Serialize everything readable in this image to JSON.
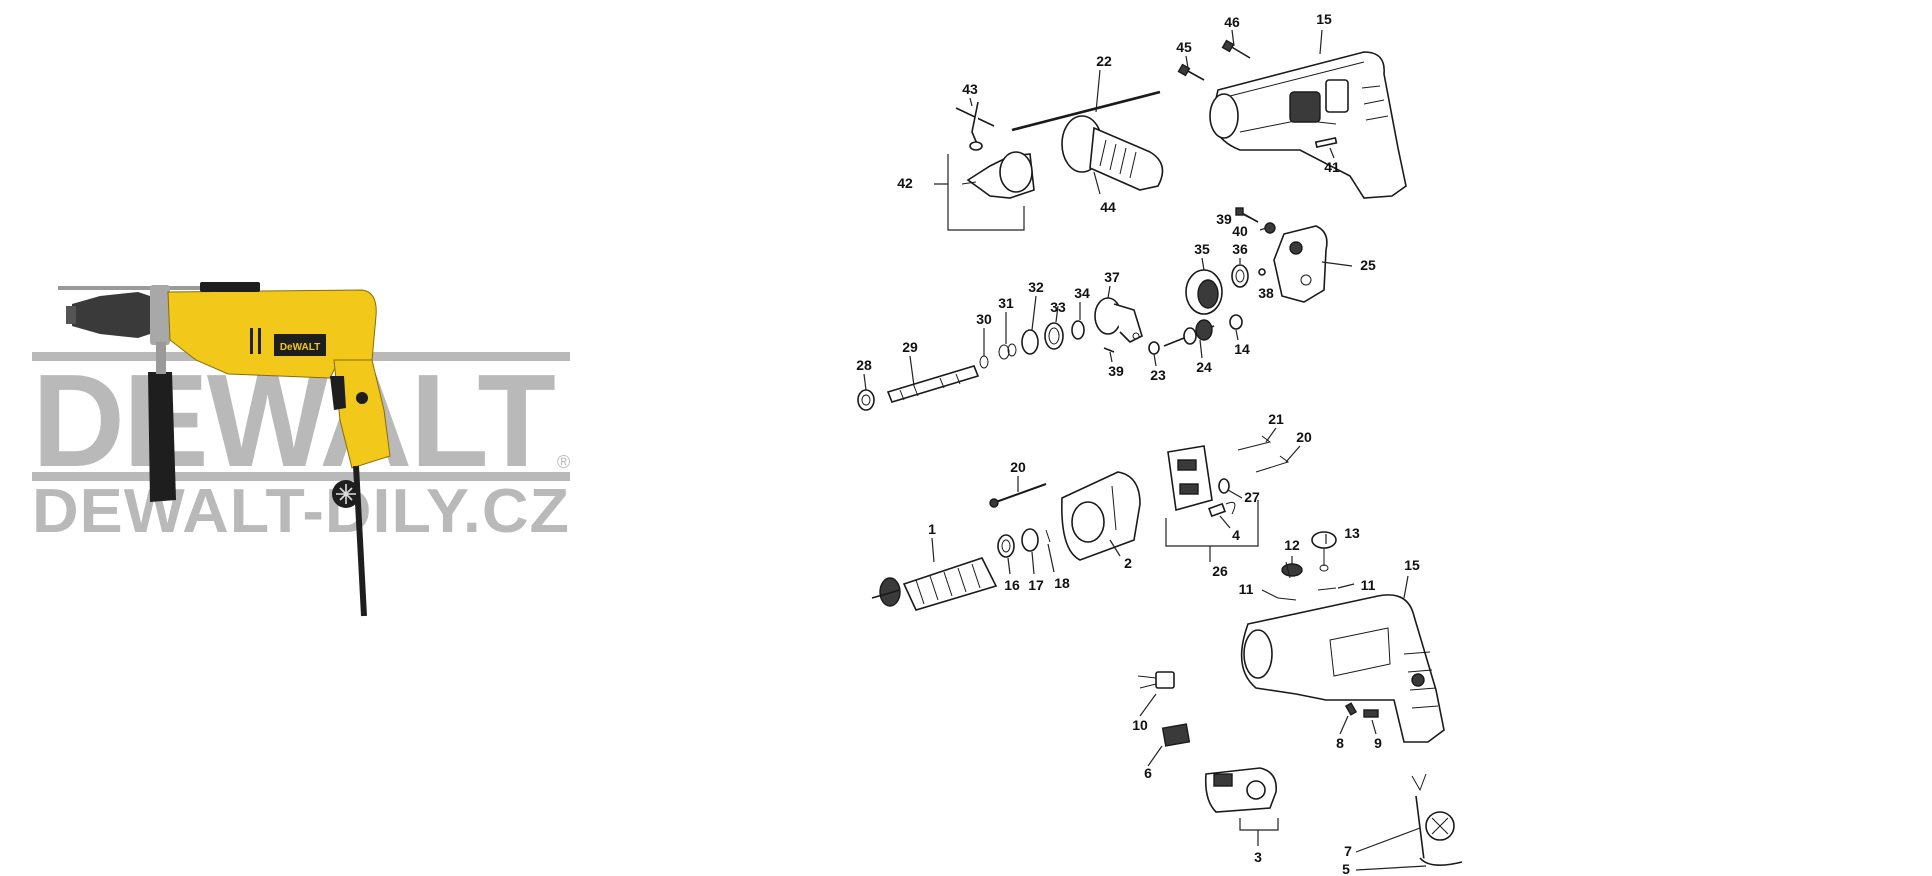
{
  "watermark": {
    "brand": "DEWALT",
    "site": "DEWALT-DILY.CZ",
    "registered": "®"
  },
  "product_logo": "DeWALT",
  "colors": {
    "tool_yellow": "#f2c81a",
    "tool_black": "#1e1e1e",
    "watermark_gray": "#b9b9b9"
  },
  "diagram": {
    "labels": [
      {
        "id": "p46",
        "text": "46"
      },
      {
        "id": "p15a",
        "text": "15"
      },
      {
        "id": "p45",
        "text": "45"
      },
      {
        "id": "p22",
        "text": "22"
      },
      {
        "id": "p43",
        "text": "43"
      },
      {
        "id": "p42",
        "text": "42"
      },
      {
        "id": "p44",
        "text": "44"
      },
      {
        "id": "p41",
        "text": "41"
      },
      {
        "id": "p39a",
        "text": "39"
      },
      {
        "id": "p40",
        "text": "40"
      },
      {
        "id": "p25",
        "text": "25"
      },
      {
        "id": "p35",
        "text": "35"
      },
      {
        "id": "p36",
        "text": "36"
      },
      {
        "id": "p38",
        "text": "38"
      },
      {
        "id": "p37",
        "text": "37"
      },
      {
        "id": "p32",
        "text": "32"
      },
      {
        "id": "p33",
        "text": "33"
      },
      {
        "id": "p34",
        "text": "34"
      },
      {
        "id": "p31",
        "text": "31"
      },
      {
        "id": "p30",
        "text": "30"
      },
      {
        "id": "p29",
        "text": "29"
      },
      {
        "id": "p28",
        "text": "28"
      },
      {
        "id": "p39b",
        "text": "39"
      },
      {
        "id": "p23",
        "text": "23"
      },
      {
        "id": "p24",
        "text": "24"
      },
      {
        "id": "p14",
        "text": "14"
      },
      {
        "id": "p21",
        "text": "21"
      },
      {
        "id": "p20a",
        "text": "20"
      },
      {
        "id": "p20b",
        "text": "20"
      },
      {
        "id": "p27",
        "text": "27"
      },
      {
        "id": "p4",
        "text": "4"
      },
      {
        "id": "p1",
        "text": "1"
      },
      {
        "id": "p2",
        "text": "2"
      },
      {
        "id": "p26",
        "text": "26"
      },
      {
        "id": "p16",
        "text": "16"
      },
      {
        "id": "p17",
        "text": "17"
      },
      {
        "id": "p18",
        "text": "18"
      },
      {
        "id": "p12",
        "text": "12"
      },
      {
        "id": "p13",
        "text": "13"
      },
      {
        "id": "p11a",
        "text": "11"
      },
      {
        "id": "p11b",
        "text": "11"
      },
      {
        "id": "p15b",
        "text": "15"
      },
      {
        "id": "p10",
        "text": "10"
      },
      {
        "id": "p6",
        "text": "6"
      },
      {
        "id": "p8",
        "text": "8"
      },
      {
        "id": "p9",
        "text": "9"
      },
      {
        "id": "p3",
        "text": "3"
      },
      {
        "id": "p7",
        "text": "7"
      },
      {
        "id": "p5",
        "text": "5"
      }
    ]
  }
}
